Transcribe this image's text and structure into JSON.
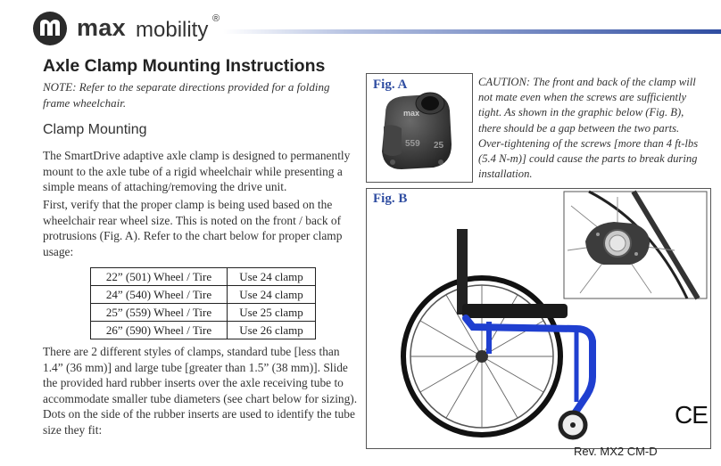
{
  "header": {
    "brand_bold": "max",
    "brand_light": "mobility",
    "brand_reg": "®"
  },
  "doc": {
    "title": "Axle Clamp Mounting Instructions",
    "note": "NOTE: Refer to the separate directions provided for a folding frame wheelchair.",
    "section_heading": "Clamp Mounting",
    "para_intro": "The SmartDrive adaptive axle clamp is designed to permanently mount to the axle tube of a rigid wheelchair while presenting a simple means of attaching/removing the drive unit.",
    "para_verify": "First, verify that the proper clamp is being used based on the wheelchair rear wheel size.  This is noted on the front / back of protrusions (Fig. A). Refer to the chart below for proper clamp usage:",
    "clamp_table": [
      {
        "wheel": "22” (501) Wheel / Tire",
        "clamp": "Use 24 clamp"
      },
      {
        "wheel": "24” (540) Wheel / Tire",
        "clamp": "Use 24 clamp"
      },
      {
        "wheel": "25” (559) Wheel / Tire",
        "clamp": "Use 25 clamp"
      },
      {
        "wheel": "26” (590) Wheel / Tire",
        "clamp": "Use 26 clamp"
      }
    ],
    "para_styles": "There are 2 different styles of clamps, standard tube [less than 1.4” (36 mm)] and large tube [greater than 1.5” (38 mm)]. Slide the provided hard rubber inserts over the axle receiving tube to accommodate smaller tube diameters (see chart below for sizing). Dots on the side of the rubber inserts are used to identify the tube size they fit:"
  },
  "figures": {
    "fig_a_label": "Fig. A",
    "fig_b_label": "Fig. B",
    "clamp_logo": "max",
    "clamp_num_559": "559",
    "clamp_num_25": "25",
    "caution": "CAUTION: The front and back of the clamp will not mate even when the screws are sufficiently tight. As shown in the graphic below (Fig. B), there should be a gap between the two parts. Over-tightening of the screws [more than 4 ft-lbs (5.4 N-m)] could cause the parts to break during installation."
  },
  "footer": {
    "ce_mark": "CE",
    "revision": "Rev. MX2 CM-D"
  },
  "colors": {
    "brand_blue": "#2f4da1",
    "frame_blue": "#1f3fd0"
  },
  "icons": [
    "max-mobility-logo-icon",
    "ce-mark-icon"
  ]
}
